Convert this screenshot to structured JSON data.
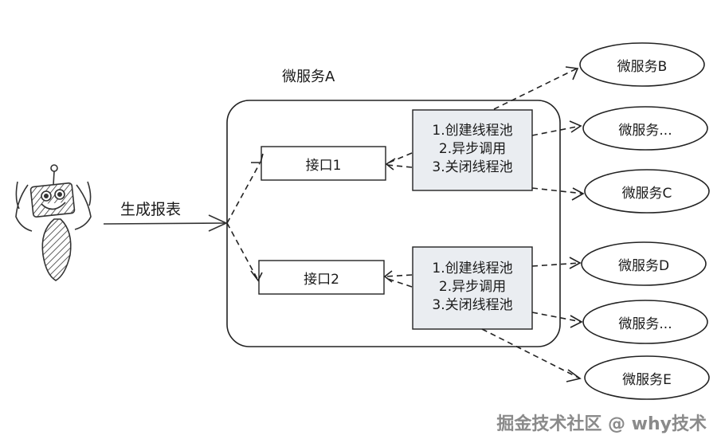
{
  "trigger_label": "生成报表",
  "service_a": {
    "title": "微服务A",
    "interfaces": [
      "接口1",
      "接口2"
    ],
    "step_groups": [
      [
        "1.创建线程池",
        "2.异步调用",
        "3.关闭线程池"
      ],
      [
        "1.创建线程池",
        "2.异步调用",
        "3.关闭线程池"
      ]
    ]
  },
  "downstream_services": [
    "微服务B",
    "微服务...",
    "微服务C",
    "微服务D",
    "微服务...",
    "微服务E"
  ],
  "watermark": "掘金技术社区 @ why技术"
}
